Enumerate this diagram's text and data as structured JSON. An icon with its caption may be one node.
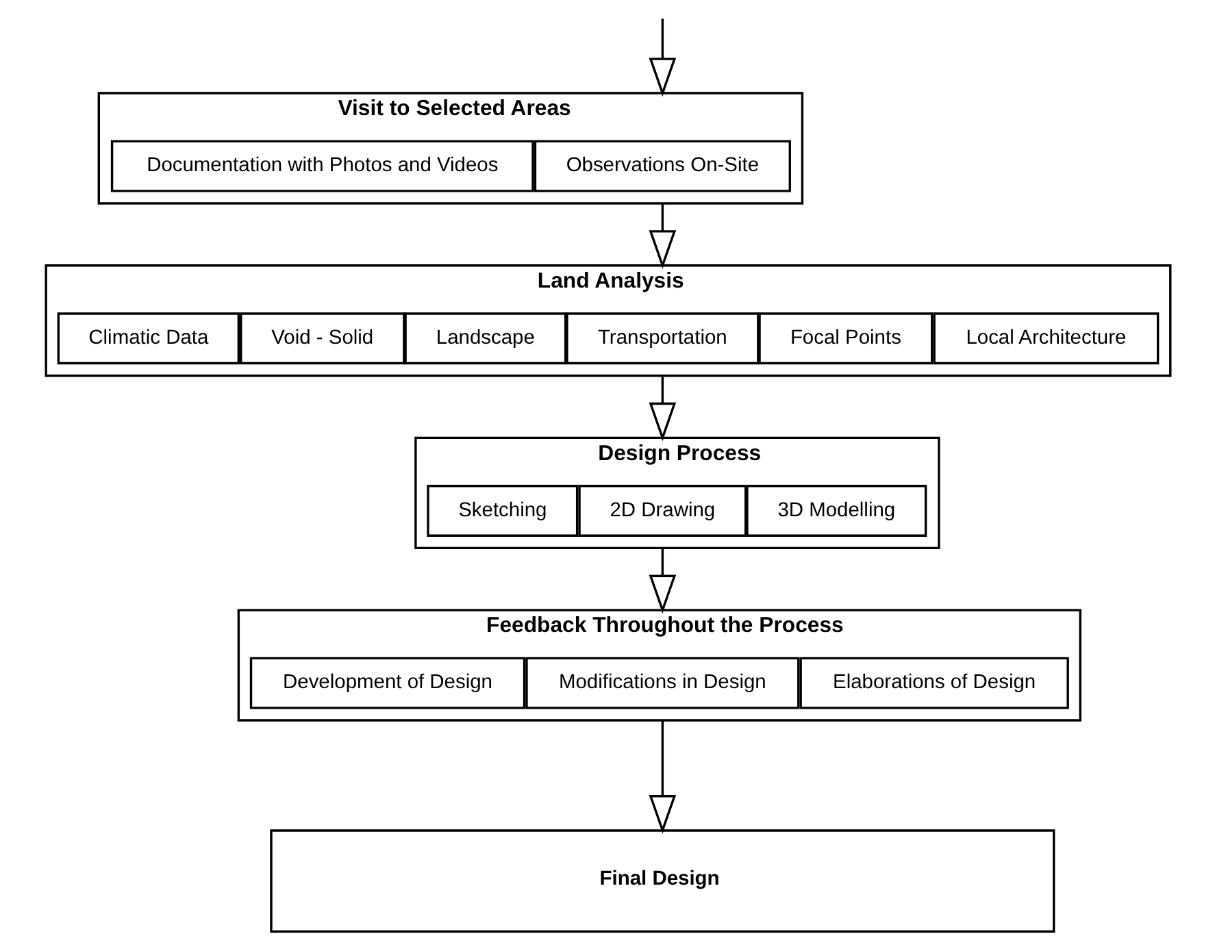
{
  "diagram": {
    "nodes": [
      {
        "text": [
          "Visit to Selected Areas"
        ]
      },
      {
        "text": [
          "Documentation with Photos and Videos"
        ],
        "in": 0
      },
      {
        "text": [
          "Observations On-Site"
        ],
        "in": 0
      },
      {
        "text": [
          "Land Analysis"
        ]
      },
      {
        "text": [
          "Climatic Data"
        ],
        "in": 3
      },
      {
        "text": [
          "Void - Solid"
        ],
        "in": 3
      },
      {
        "text": [
          "Landscape"
        ],
        "in": 3
      },
      {
        "text": [
          "Transportation"
        ],
        "in": 3
      },
      {
        "text": [
          "Focal Points"
        ],
        "in": 3
      },
      {
        "text": [
          "Local Architecture"
        ],
        "in": 3
      },
      {
        "text": [
          "Design Process"
        ]
      },
      {
        "text": [
          "Sketching"
        ],
        "in": 10
      },
      {
        "text": [
          "2D Drawing"
        ],
        "in": 10
      },
      {
        "text": [
          "3D Modelling"
        ],
        "in": 10
      },
      {
        "text": [
          "Feedback Throughout the Process"
        ]
      },
      {
        "text": [
          "Development of Design"
        ],
        "in": 14
      },
      {
        "text": [
          "Modifications in Design"
        ],
        "in": 14
      },
      {
        "text": [
          "Elaborations of Design"
        ],
        "in": 14
      },
      {
        "text": [
          "Final Design"
        ]
      }
    ],
    "edges": [
      {
        "from": null,
        "to": 0,
        "arrow": "to"
      },
      {
        "from": 0,
        "to": 3,
        "arrow": "to"
      },
      {
        "from": 3,
        "to": 10,
        "arrow": "to"
      },
      {
        "from": 10,
        "to": 14,
        "arrow": "to"
      },
      {
        "from": 14,
        "to": 18,
        "arrow": "to"
      }
    ]
  }
}
